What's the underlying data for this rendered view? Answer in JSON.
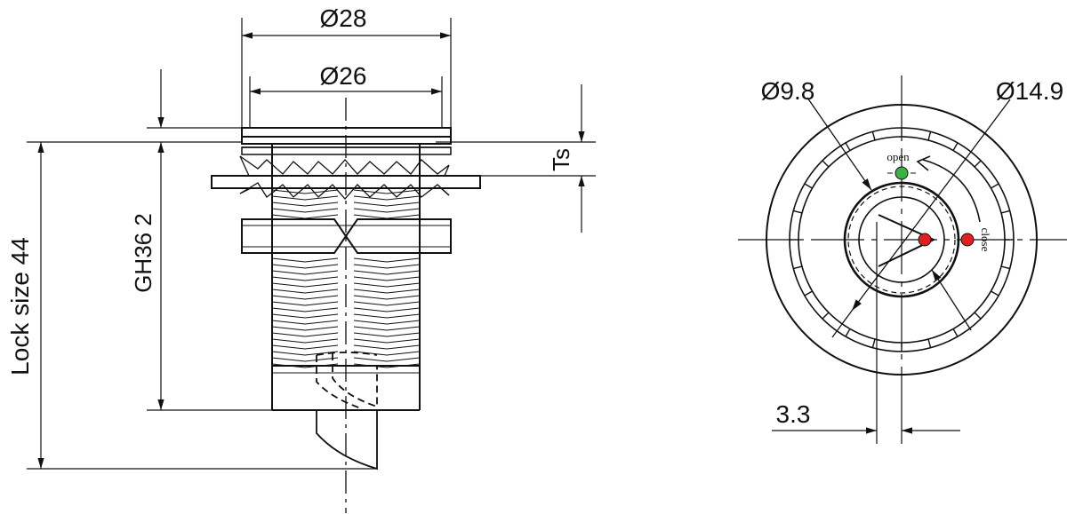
{
  "side_view": {
    "dim_outer_diameter": "Ø28",
    "dim_inner_diameter": "Ø26",
    "dim_ts": "Ts",
    "dim_thread": "GH36  2",
    "dim_lock_size": "Lock size 44"
  },
  "front_view": {
    "dim_small_diameter": "Ø9.8",
    "dim_large_diameter": "Ø14.9",
    "dim_offset": "3.3",
    "label_open": "open",
    "label_close": "close"
  },
  "colors": {
    "line": "#111111",
    "open_indicator": "#3cb043",
    "close_indicator": "#e02020"
  }
}
